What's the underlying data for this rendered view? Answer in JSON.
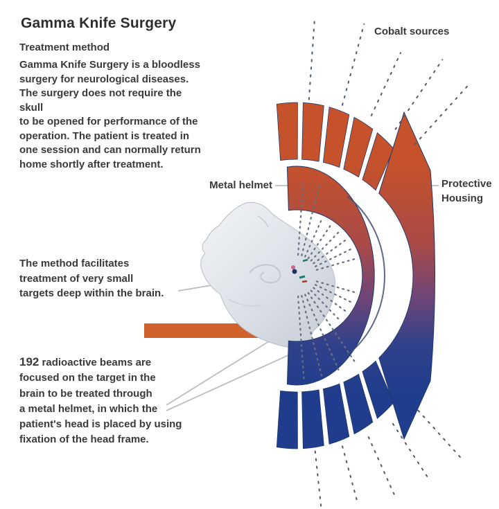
{
  "title": "Gamma Knife Surgery",
  "intro": {
    "heading": "Treatment method",
    "body": "Gamma Knife Surgery is a bloodless\nsurgery for neurological diseases.\nThe surgery does not require the skull\nto be opened for performance of the\noperation. The patient is treated in\none session and can normally return\nhome shortly after treatment."
  },
  "labels": {
    "cobalt_sources": "Cobalt sources",
    "metal_helmet": "Metal helmet",
    "protective_housing": "Protective\nHousing"
  },
  "notes": {
    "target_note": "The method facilitates\ntreatment of very small\ntargets deep within the brain.",
    "beams_count": "192",
    "beams_note": "radioactive beams are\nfocused on the target in the\nbrain to be treated through\na metal helmet, in which the\npatient's head is placed by using\nfixation of the head frame."
  },
  "colors": {
    "orange": "#C5522B",
    "blue": "#1F3D8C",
    "bar-orange": "#D2622D",
    "text": "#3A3A3A"
  }
}
